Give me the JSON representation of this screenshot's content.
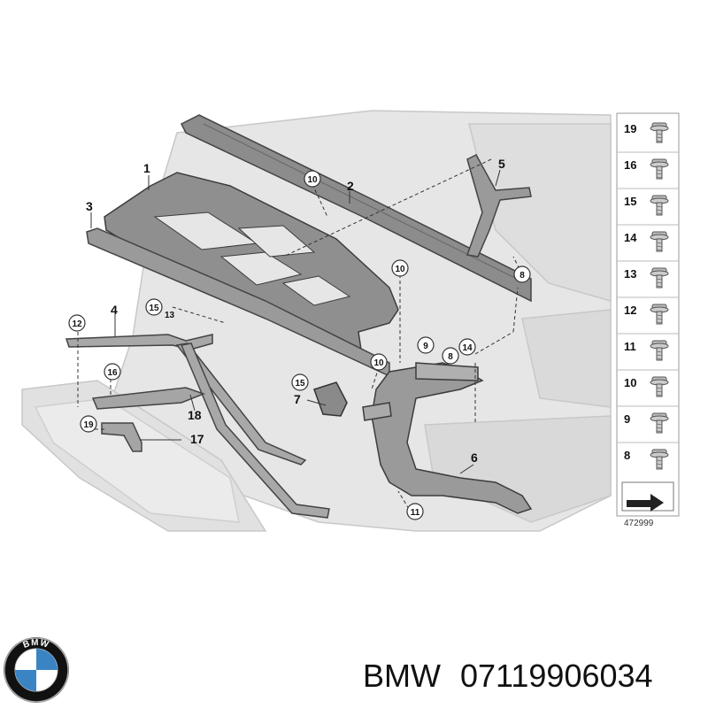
{
  "callouts": {
    "c1": "1",
    "c2": "2",
    "c3": "3",
    "c4": "4",
    "c5": "5",
    "c6": "6",
    "c7": "7",
    "c17": "17",
    "c18": "18",
    "r10a": "10",
    "r10b": "10",
    "r10c": "10",
    "r8": "8",
    "r9": "9",
    "r8b": "8",
    "r14": "14",
    "r12": "12",
    "r15a": "15",
    "r13": "13",
    "r16": "16",
    "r19": "19",
    "r15b": "15",
    "r11": "11"
  },
  "legend": {
    "items": [
      "19",
      "16",
      "15",
      "14",
      "13",
      "12",
      "11",
      "10",
      "9",
      "8"
    ],
    "reference": "472999"
  },
  "caption": {
    "brand": "BMW",
    "part_number": "07119906034"
  },
  "logo": {
    "lettering": "BMW"
  }
}
